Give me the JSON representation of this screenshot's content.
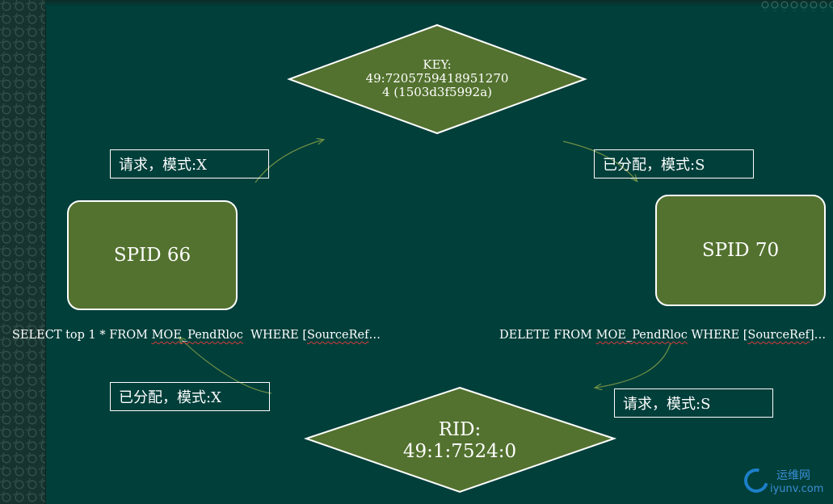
{
  "key_node": {
    "line1": "KEY:",
    "line2": "49:7205759418951270",
    "line3": "4 (1503d3f5992a)"
  },
  "rid_node": {
    "line1": "RID:",
    "line2": "49:1:7524:0"
  },
  "spid_left": {
    "label": "SPID 66"
  },
  "spid_right": {
    "label": "SPID 70"
  },
  "edges": {
    "left_request": "请求，模式:X",
    "right_granted": "已分配，模式:S",
    "left_granted": "已分配，模式:X",
    "right_request": "请求，模式:S"
  },
  "sql_left": {
    "pre": "SELECT top 1 * FROM ",
    "table": "MOE_PendRloc",
    "mid": "  WHERE [",
    "col": "SourceRef",
    "ellipsis": "…"
  },
  "sql_right": {
    "pre": "DELETE FROM ",
    "table": "MOE_PendRloc",
    "mid": " WHERE [",
    "col": "SourceRef",
    "tail": "]…"
  },
  "watermark": {
    "cn": "运维网",
    "en": "iyunv.com"
  },
  "colors": {
    "background": "#003f3a",
    "node_fill": "#53722f",
    "edge_stroke": "#6f8f45",
    "text": "#ffffff"
  }
}
